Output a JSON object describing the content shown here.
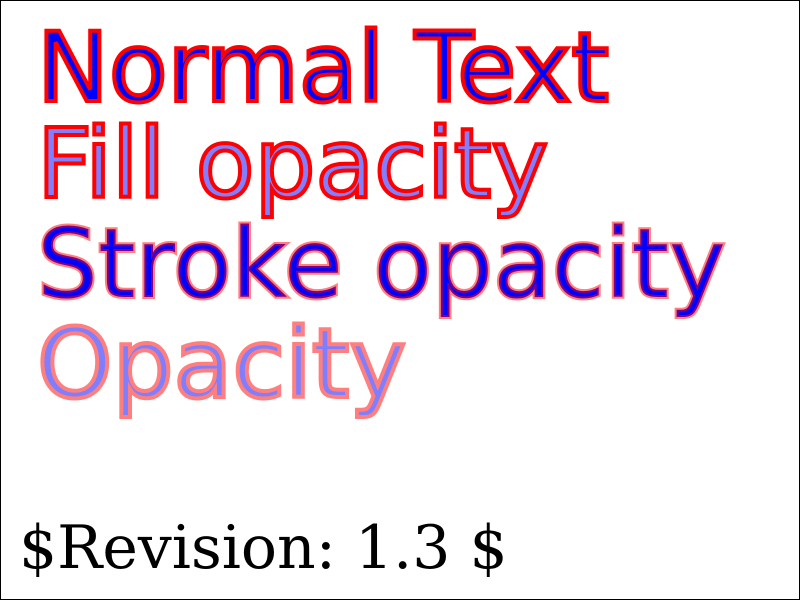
{
  "samples": [
    {
      "id": "normal-text",
      "label": "Normal Text",
      "fill": "#0000ff",
      "stroke": "#ff0000",
      "fill_opacity": 1.0,
      "stroke_opacity": 1.0,
      "opacity": 1.0
    },
    {
      "id": "fill-opacity",
      "label": "Fill opacity",
      "fill": "#0000ff",
      "stroke": "#ff0000",
      "fill_opacity": 0.5,
      "stroke_opacity": 1.0,
      "opacity": 1.0
    },
    {
      "id": "stroke-opacity",
      "label": "Stroke opacity",
      "fill": "#0000ff",
      "stroke": "#ff0000",
      "fill_opacity": 1.0,
      "stroke_opacity": 0.5,
      "opacity": 1.0
    },
    {
      "id": "opacity",
      "label": "Opacity",
      "fill": "#0000ff",
      "stroke": "#ff0000",
      "fill_opacity": 1.0,
      "stroke_opacity": 1.0,
      "opacity": 0.5
    }
  ],
  "revision": "$Revision: 1.3 $",
  "colors": {
    "border": "#000000",
    "background": "#ffffff",
    "revision_text": "#000000"
  }
}
